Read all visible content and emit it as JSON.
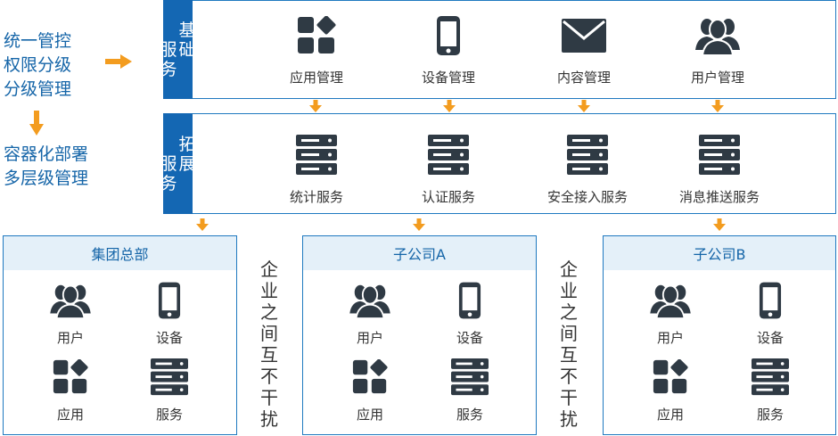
{
  "left": {
    "block1": [
      "统一管控",
      "权限分级",
      "分级管理"
    ],
    "block2": [
      "容器化部署",
      "多层级管理"
    ]
  },
  "basic": {
    "label": "基础服务",
    "items": [
      {
        "label": "应用管理",
        "icon": "app-grid-icon"
      },
      {
        "label": "设备管理",
        "icon": "phone-icon"
      },
      {
        "label": "内容管理",
        "icon": "mail-icon"
      },
      {
        "label": "用户管理",
        "icon": "users-icon"
      }
    ]
  },
  "extended": {
    "label": "拓展服务",
    "items": [
      {
        "label": "统计服务",
        "icon": "server-icon"
      },
      {
        "label": "认证服务",
        "icon": "server-icon"
      },
      {
        "label": "安全接入服务",
        "icon": "server-icon"
      },
      {
        "label": "消息推送服务",
        "icon": "server-icon"
      }
    ]
  },
  "orgs": [
    {
      "title": "集团总部",
      "cells": [
        "用户",
        "设备",
        "应用",
        "服务"
      ]
    },
    {
      "title": "子公司A",
      "cells": [
        "用户",
        "设备",
        "应用",
        "服务"
      ]
    },
    {
      "title": "子公司B",
      "cells": [
        "用户",
        "设备",
        "应用",
        "服务"
      ]
    }
  ],
  "separator": "企业之间互不干扰",
  "colors": {
    "accent": "#1467b3",
    "arrow": "#f39c1f",
    "icon": "#2f3a44",
    "header_bg": "#e4f0f9"
  }
}
